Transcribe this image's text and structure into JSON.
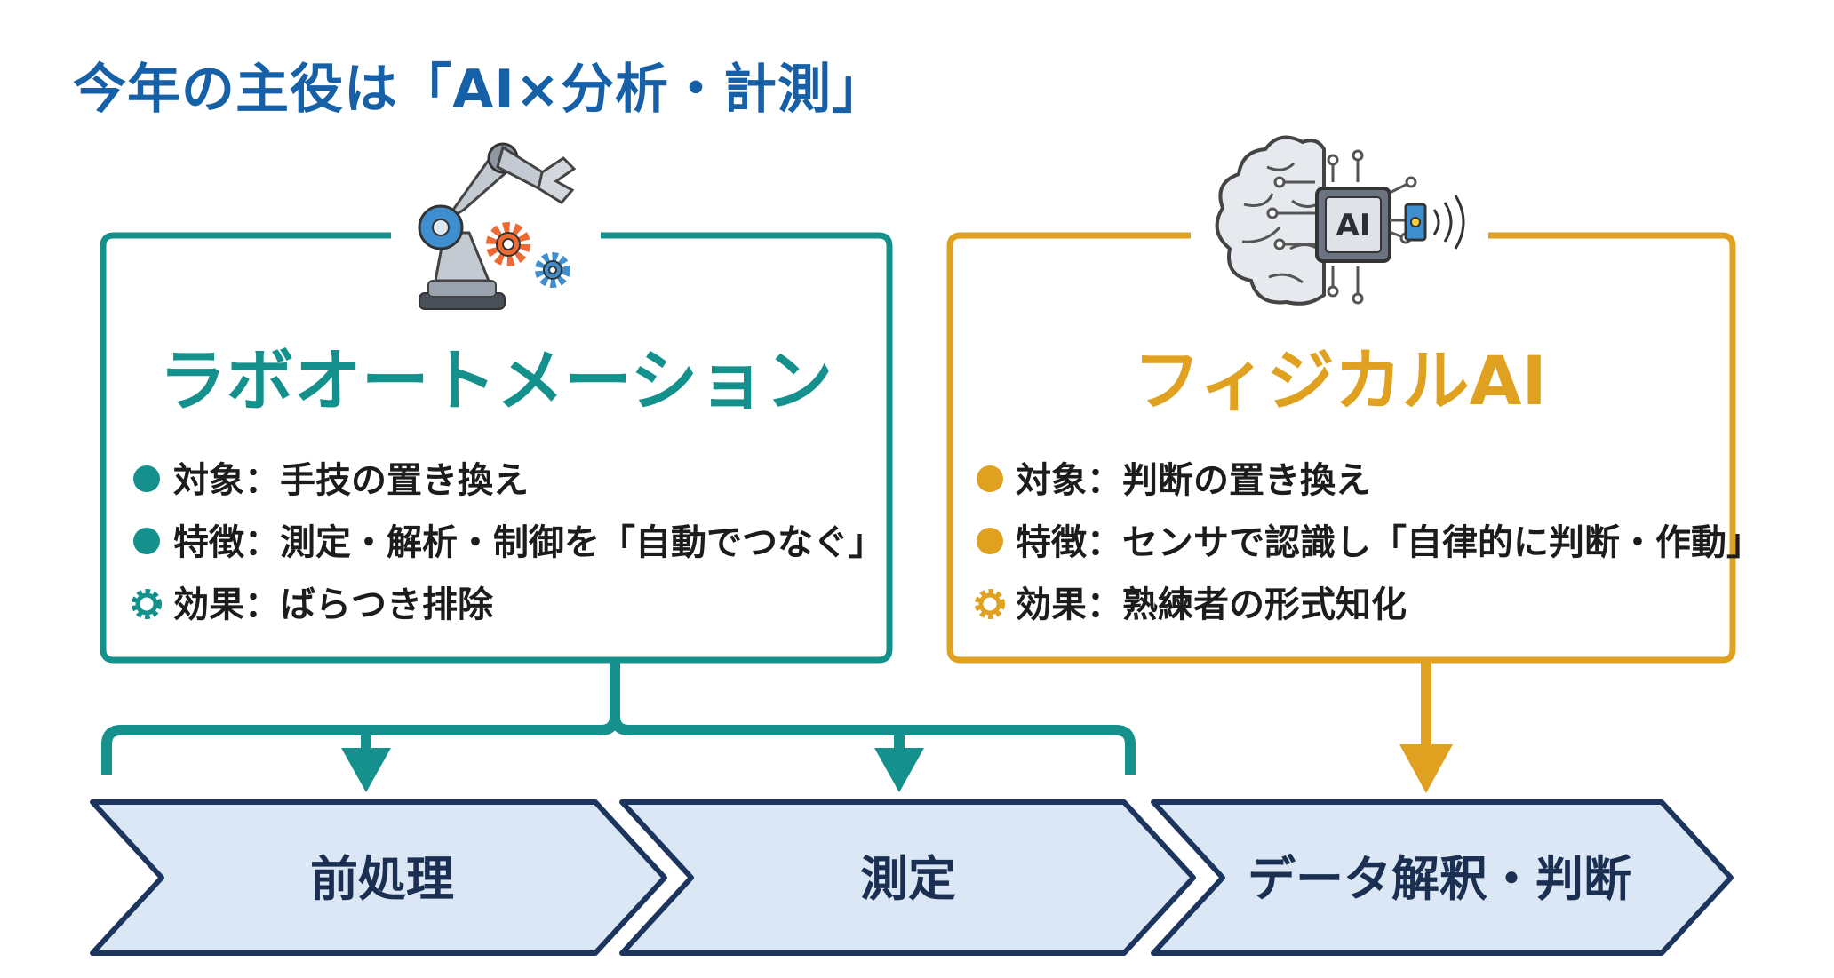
{
  "title": "今年の主役は「AI×分析・計測」",
  "colors": {
    "title": "#1660a8",
    "teal": "#14918d",
    "amber": "#e0a020",
    "navy": "#1b355f",
    "stage_fill": "#dbe7f4"
  },
  "panels": [
    {
      "id": "lab-automation",
      "heading": "ラボオートメーション",
      "icon": "robot-arm-gears-icon",
      "bullets": [
        {
          "marker": "dot",
          "label": "対象",
          "text": "手技の置き換え"
        },
        {
          "marker": "gear",
          "label": "特徴",
          "text": "測定・解析・制御を「自動でつなぐ」"
        },
        {
          "marker": "gear",
          "label": "効果",
          "text": "ばらつき排除"
        }
      ]
    },
    {
      "id": "physical-ai",
      "heading": "フィジカルAI",
      "icon": "brain-chip-sensor-icon",
      "chip_label": "AI",
      "bullets": [
        {
          "marker": "dot",
          "label": "対象",
          "text": "判断の置き換え"
        },
        {
          "marker": "dot",
          "label": "特徴",
          "text": "センサで認識し「自律的に判断・作動」"
        },
        {
          "marker": "gear",
          "label": "効果",
          "text": "熟練者の形式知化"
        }
      ]
    }
  ],
  "separator": "：",
  "stages": [
    {
      "label": "前処理"
    },
    {
      "label": "測定"
    },
    {
      "label": "データ解釈・判断"
    }
  ]
}
